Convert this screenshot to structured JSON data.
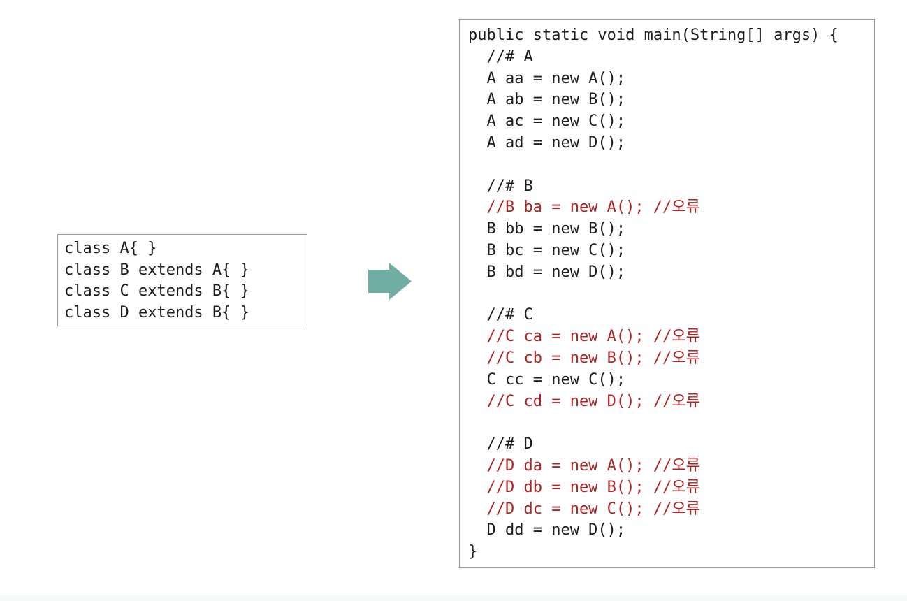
{
  "colors": {
    "page_background": "#ffffff",
    "box_background": "#ffffff",
    "box_border": "#999999",
    "code_text": "#1c1c1c",
    "error_text": "#b22222",
    "arrow_fill": "#6fada5",
    "footer_strip": "#f8f9fa"
  },
  "left_code_box": {
    "lines": [
      {
        "text": "class A{ }",
        "error": false
      },
      {
        "text": "class B extends A{ }",
        "error": false
      },
      {
        "text": "class C extends B{ }",
        "error": false
      },
      {
        "text": "class D extends B{ }",
        "error": false
      }
    ]
  },
  "arrow": {
    "icon": "right-block-arrow"
  },
  "right_code_box": {
    "lines": [
      {
        "text": "public static void main(String[] args) {",
        "error": false
      },
      {
        "text": "  //# A",
        "error": false
      },
      {
        "text": "  A aa = new A();",
        "error": false
      },
      {
        "text": "  A ab = new B();",
        "error": false
      },
      {
        "text": "  A ac = new C();",
        "error": false
      },
      {
        "text": "  A ad = new D();",
        "error": false
      },
      {
        "text": "",
        "error": false
      },
      {
        "text": "  //# B",
        "error": false
      },
      {
        "text": "  //B ba = new A(); //오류",
        "error": true
      },
      {
        "text": "  B bb = new B();",
        "error": false
      },
      {
        "text": "  B bc = new C();",
        "error": false
      },
      {
        "text": "  B bd = new D();",
        "error": false
      },
      {
        "text": "",
        "error": false
      },
      {
        "text": "  //# C",
        "error": false
      },
      {
        "text": "  //C ca = new A(); //오류",
        "error": true
      },
      {
        "text": "  //C cb = new B(); //오류",
        "error": true
      },
      {
        "text": "  C cc = new C();",
        "error": false
      },
      {
        "text": "  //C cd = new D(); //오류",
        "error": true
      },
      {
        "text": "",
        "error": false
      },
      {
        "text": "  //# D",
        "error": false
      },
      {
        "text": "  //D da = new A(); //오류",
        "error": true
      },
      {
        "text": "  //D db = new B(); //오류",
        "error": true
      },
      {
        "text": "  //D dc = new C(); //오류",
        "error": true
      },
      {
        "text": "  D dd = new D();",
        "error": false
      },
      {
        "text": "}",
        "error": false
      }
    ]
  }
}
